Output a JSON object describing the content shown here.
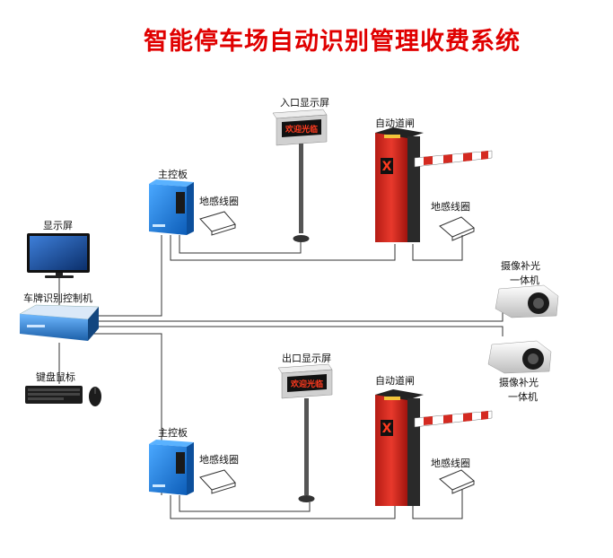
{
  "title": "智能停车场自动识别管理收费系统",
  "labels": {
    "monitor": "显示屏",
    "lpr_controller": "车牌识别控制机",
    "keyboard_mouse": "键盘鼠标",
    "main_board": "主控板",
    "loop_coil": "地感线圈",
    "entry_display": "入口显示屏",
    "exit_display": "出口显示屏",
    "auto_barrier": "自动道闸",
    "camera_line1": "摄像补光",
    "camera_line2": "一体机"
  },
  "led_text": "欢迎光临",
  "colors": {
    "title": "#e00000",
    "board_blue": "#1f7ed6",
    "barrier_red": "#d42a21",
    "barrier_dark": "#2a2a2a",
    "led_red": "#ff3b1f",
    "wire": "#333333"
  },
  "icons": [
    "monitor-icon",
    "controller-icon",
    "keyboard-icon",
    "mouse-icon",
    "board-icon",
    "coil-icon",
    "display-sign-icon",
    "barrier-gate-icon",
    "camera-icon"
  ]
}
